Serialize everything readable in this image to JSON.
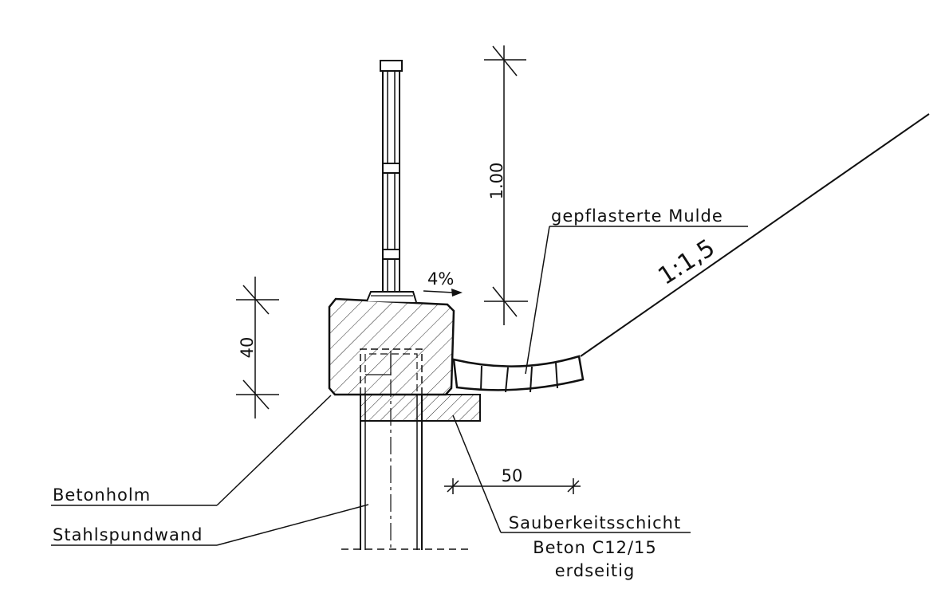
{
  "labels": {
    "mulde": "gepflasterte Mulde",
    "slope": "1:1,5",
    "gradient": "4%",
    "betonholm": "Betonholm",
    "stahlspundwand": "Stahlspundwand",
    "sauberkeit_line1": "Sauberkeitsschicht",
    "sauberkeit_line2": "Beton C12/15",
    "sauberkeit_line3": "erdseitig"
  },
  "dimensions": {
    "railing_height": "1.00",
    "holm_height": "40",
    "layer_overhang": "50"
  },
  "colors": {
    "ink": "#111111",
    "background": "#ffffff"
  }
}
